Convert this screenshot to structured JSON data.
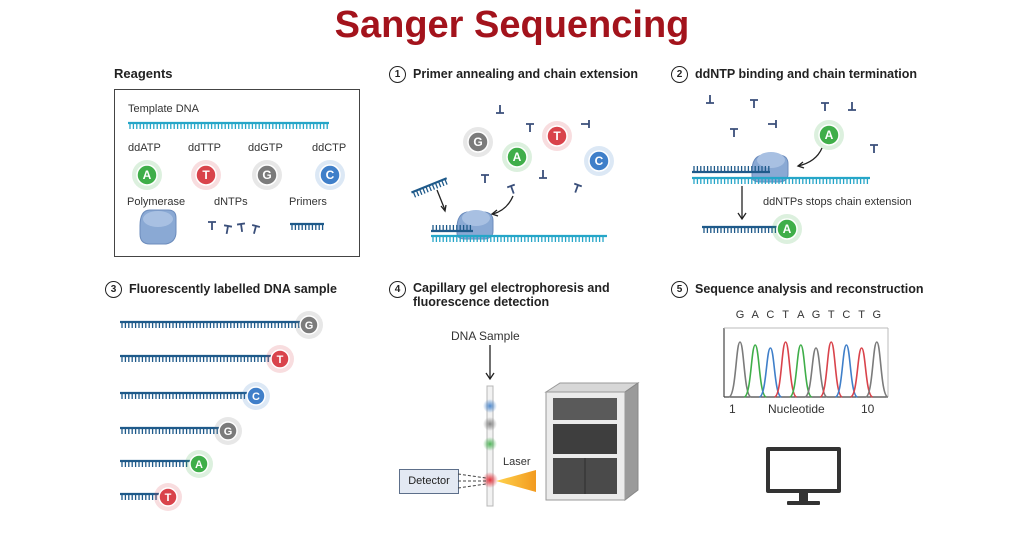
{
  "title": "Sanger Sequencing",
  "reagents": {
    "heading": "Reagents",
    "template_dna": "Template DNA",
    "dd_labels": [
      "ddATP",
      "ddTTP",
      "ddGTP",
      "ddCTP"
    ],
    "dd_letters": [
      "A",
      "T",
      "G",
      "C"
    ],
    "polymerase": "Polymerase",
    "dntps": "dNTPs",
    "primers": "Primers"
  },
  "steps": [
    {
      "number": "1",
      "title": "Primer annealing and chain extension"
    },
    {
      "number": "2",
      "title": "ddNTP binding and chain termination"
    },
    {
      "number": "3",
      "title": "Fluorescently labelled DNA sample"
    },
    {
      "number": "4",
      "title_line1": "Capillary gel electrophoresis and",
      "title_line2": "fluorescence detection"
    },
    {
      "number": "5",
      "title": "Sequence analysis and reconstruction"
    }
  ],
  "step1": {
    "floating_letters": [
      "G",
      "A",
      "T",
      "C"
    ]
  },
  "step2": {
    "note": "ddNTPs stops chain extension",
    "bound_letter": "A",
    "end_letter": "A"
  },
  "step3": {
    "fragment_letters": [
      "G",
      "T",
      "C",
      "G",
      "A",
      "T"
    ]
  },
  "step4": {
    "sample_label": "DNA Sample",
    "laser_label": "Laser",
    "detector_label": "Detector"
  },
  "step5": {
    "sequence_letters": [
      "G",
      "A",
      "C",
      "T",
      "A",
      "G",
      "T",
      "C",
      "T",
      "G"
    ],
    "axis_start": "1",
    "axis_label": "Nucleotide",
    "axis_end": "10"
  },
  "colors": {
    "title": "#a3131c",
    "A": "#3fae49",
    "T": "#d9434b",
    "G": "#7b7b7b",
    "C": "#3f7fc9",
    "dna_teal": "#26a6c8",
    "dna_navy": "#1f5a8a",
    "polymerase": "#8aa9d4"
  },
  "icons": [
    "polymerase-icon",
    "sequencer-machine-icon",
    "monitor-icon",
    "laser-icon",
    "detector-icon"
  ]
}
